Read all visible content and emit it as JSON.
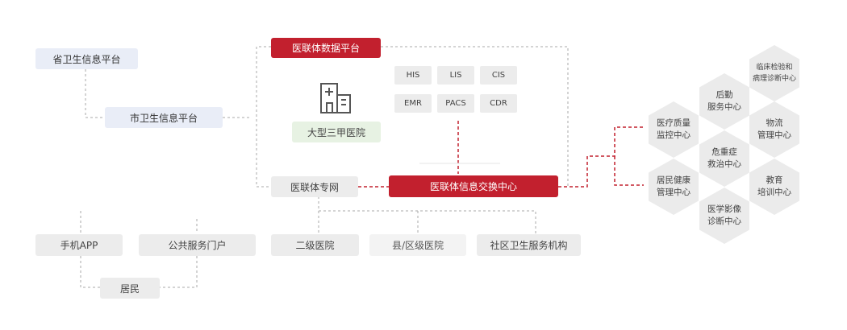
{
  "province_platform": "省卫生信息平台",
  "city_platform": "市卫生信息平台",
  "data_platform": "医联体数据平台",
  "hospital_label": "大型三甲医院",
  "systems": [
    "HIS",
    "LIS",
    "CIS",
    "EMR",
    "PACS",
    "CDR"
  ],
  "private_network": "医联体专网",
  "exchange_center": "医联体信息交换中心",
  "mobile_app": "手机APP",
  "public_portal": "公共服务门户",
  "residents": "居民",
  "secondary_hospital": "二级医院",
  "county_hospital": "县/区级医院",
  "community_center": "社区卫生服务机构",
  "centers": {
    "quality": [
      "医疗质量",
      "监控中心"
    ],
    "health": [
      "居民健康",
      "管理中心"
    ],
    "logistics": [
      "后勤",
      "服务中心"
    ],
    "emergency": [
      "危重症",
      "救治中心"
    ],
    "imaging": [
      "医学影像",
      "诊断中心"
    ],
    "pathology": [
      "临床检验和",
      "病理诊断中心"
    ],
    "materials": [
      "物流",
      "管理中心"
    ],
    "education": [
      "教育",
      "培训中心"
    ]
  },
  "colors": {
    "accent": "#c2202e",
    "platform_bg": "#e9edf7",
    "node_bg": "#ececec",
    "hospital_bg": "#e7f2e3"
  }
}
